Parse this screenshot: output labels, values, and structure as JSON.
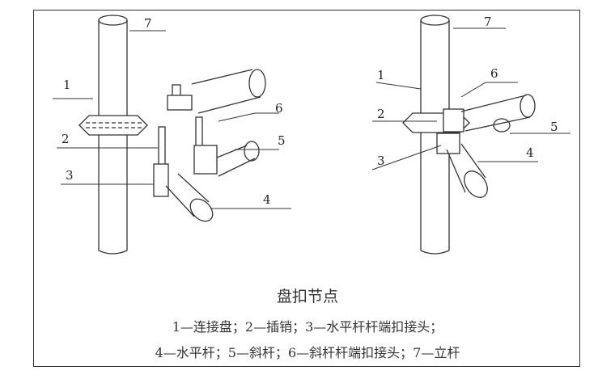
{
  "left_figure": {
    "labels": [
      "1",
      "2",
      "3",
      "4",
      "5",
      "6",
      "7"
    ]
  },
  "right_figure": {
    "labels": [
      "1",
      "2",
      "3",
      "4",
      "5",
      "6",
      "7"
    ]
  },
  "caption": {
    "title": "盘扣节点",
    "line1": "1—连接盘；2—插销；3—水平杆杆端扣接头；",
    "line2": "4—水平杆；5—斜杆；6—斜杆杆端扣接头；7—立杆"
  }
}
